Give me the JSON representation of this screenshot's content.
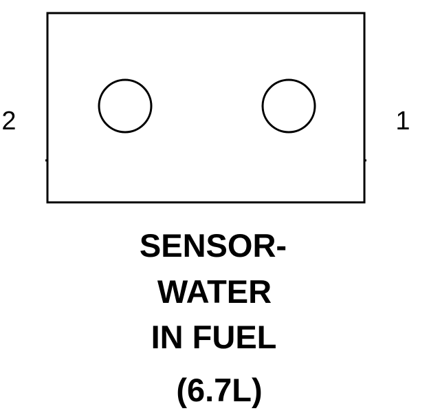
{
  "connector": {
    "pins": [
      {
        "number": "2"
      },
      {
        "number": "1"
      }
    ]
  },
  "caption": {
    "lines": [
      "SENSOR-",
      "WATER",
      "IN FUEL",
      "(6.7L)"
    ]
  },
  "colors": {
    "stroke": "#000000",
    "background": "#ffffff"
  }
}
